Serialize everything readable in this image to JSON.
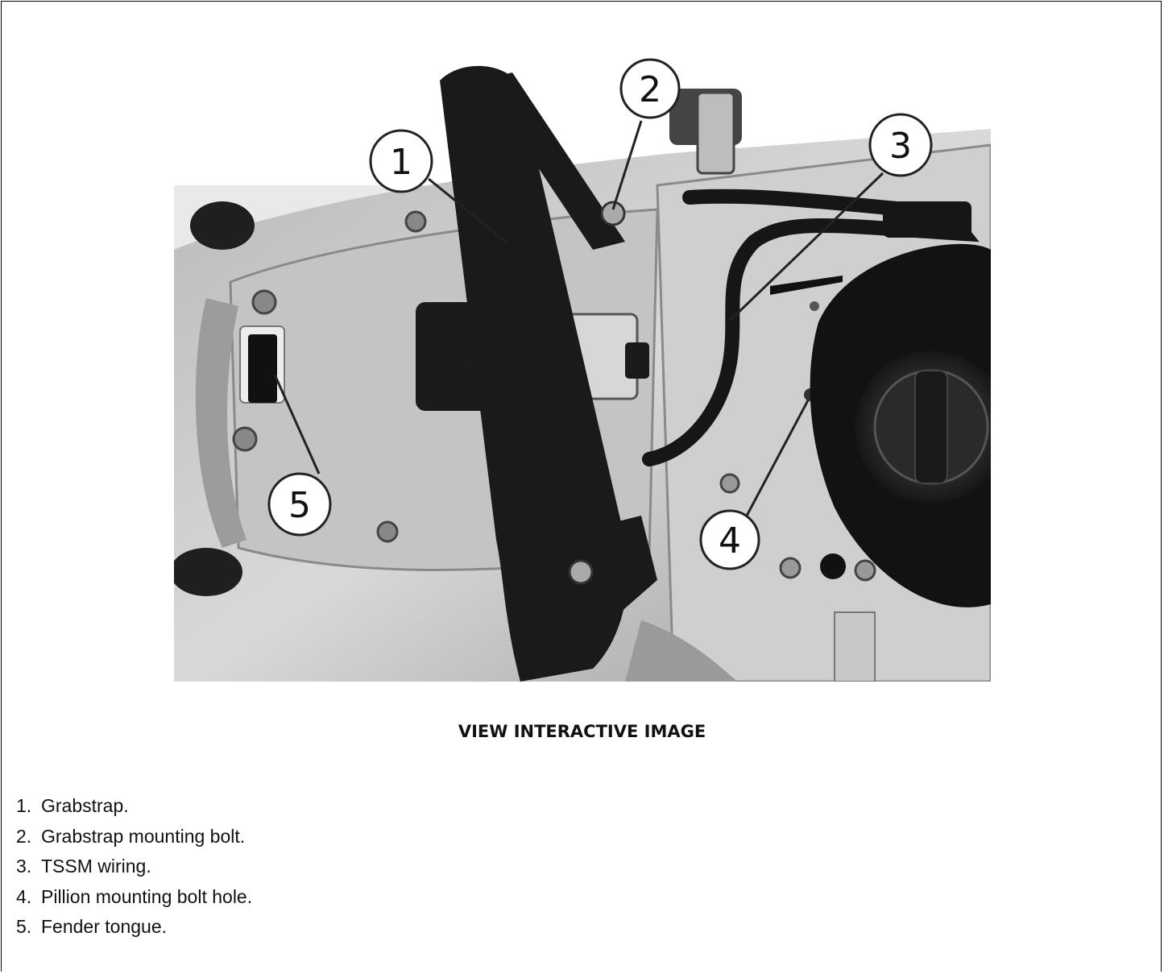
{
  "figure": {
    "id": "is00013",
    "callouts": [
      "1",
      "2",
      "3",
      "4",
      "5"
    ]
  },
  "view_link": "VIEW INTERACTIVE IMAGE",
  "legend": [
    {
      "num": "1.",
      "text": "Grabstrap."
    },
    {
      "num": "2.",
      "text": "Grabstrap mounting bolt."
    },
    {
      "num": "3.",
      "text": "TSSM wiring."
    },
    {
      "num": "4.",
      "text": "Pillion mounting bolt hole."
    },
    {
      "num": "5.",
      "text": "Fender tongue."
    }
  ],
  "colors": {
    "border": "#000000",
    "text": "#111111"
  }
}
